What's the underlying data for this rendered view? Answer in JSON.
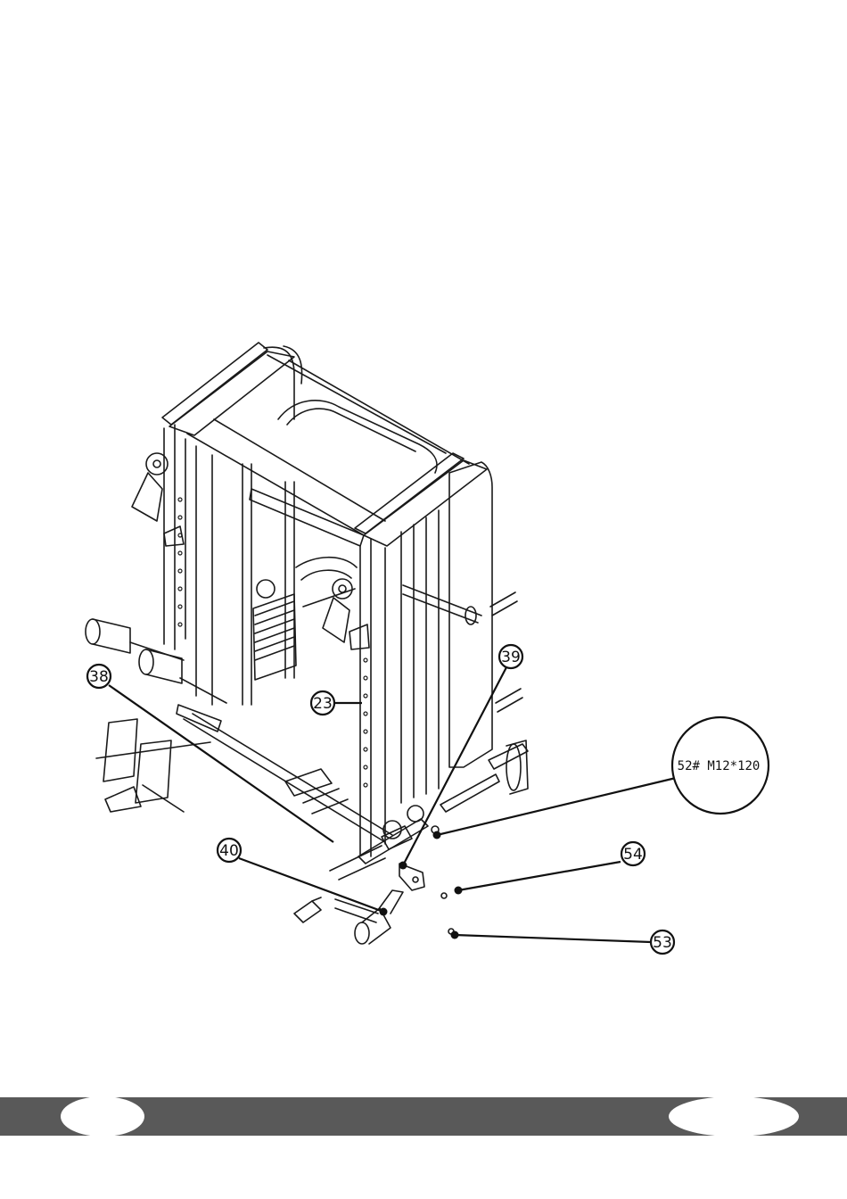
{
  "callouts": {
    "part_38": "38",
    "part_23": "23",
    "part_39": "39",
    "part_40": "40",
    "part_54": "54",
    "part_53": "53"
  },
  "hardware_spec": "52# M12*120",
  "colors": {
    "line": "#1a1a1a",
    "footer_bar": "#595959",
    "background": "#ffffff"
  }
}
